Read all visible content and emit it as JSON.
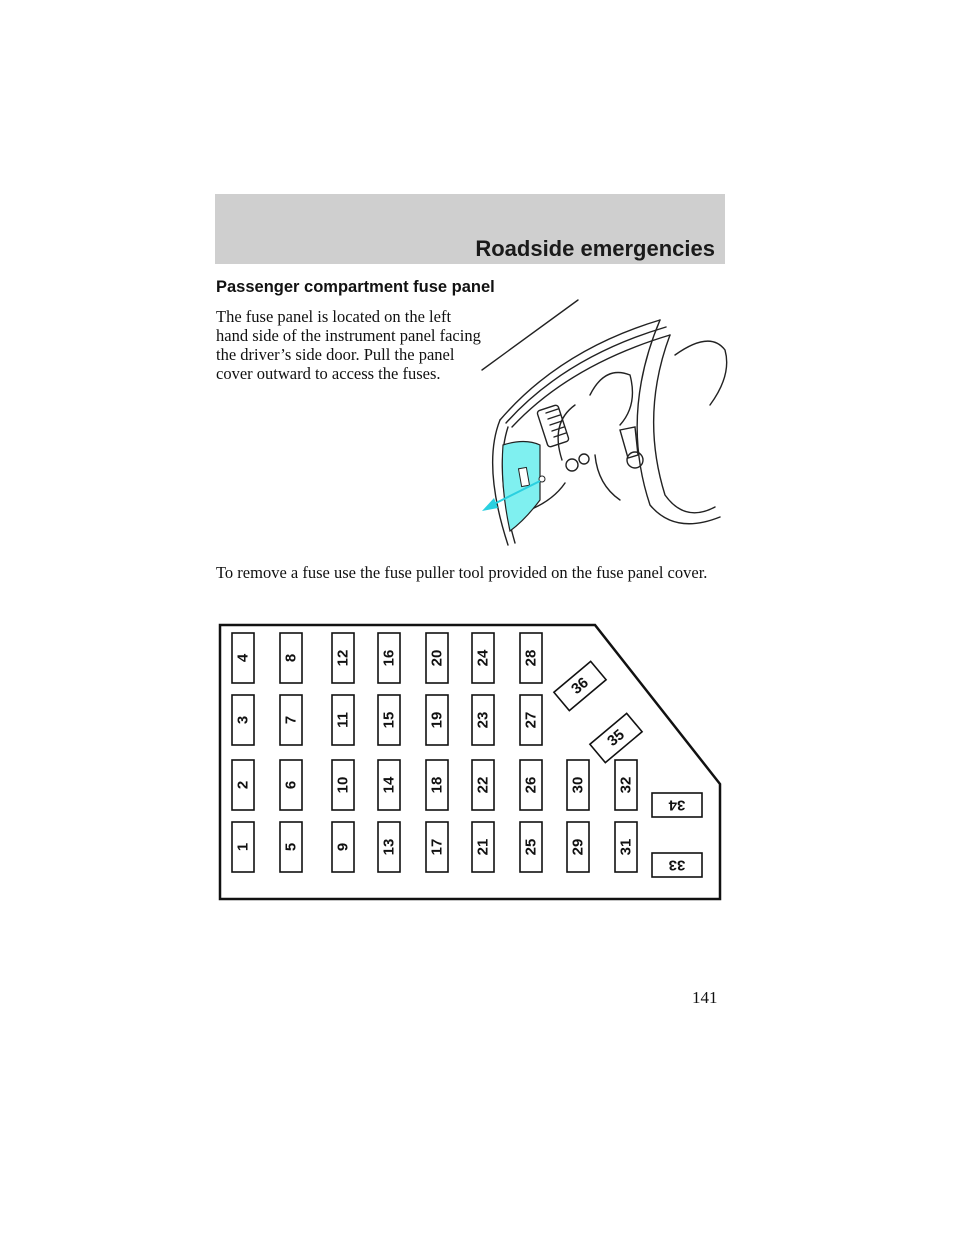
{
  "header": {
    "title": "Roadside emergencies"
  },
  "section": {
    "heading": "Passenger compartment fuse panel"
  },
  "body": {
    "paragraph_1": "The fuse panel is located on the left hand side of the instrument panel facing the driver’s side door. Pull the panel cover outward to access the fuses.",
    "paragraph_2": "To remove a fuse use the fuse puller tool provided on the fuse panel cover."
  },
  "colors": {
    "header_bar": "#cfcfcf",
    "panel_highlight": "#7ff0f0",
    "arrow": "#2ad0e0"
  },
  "fuses": {
    "column_1": [
      "1",
      "2",
      "3",
      "4"
    ],
    "column_2": [
      "5",
      "6",
      "7",
      "8"
    ],
    "column_3": [
      "9",
      "10",
      "11",
      "12"
    ],
    "column_4": [
      "13",
      "14",
      "15",
      "16"
    ],
    "column_5": [
      "17",
      "18",
      "19",
      "20"
    ],
    "column_6": [
      "21",
      "22",
      "23",
      "24"
    ],
    "column_7": [
      "25",
      "26",
      "27",
      "28"
    ],
    "column_8": [
      "29",
      "30"
    ],
    "column_9": [
      "31",
      "32"
    ],
    "diagonal": [
      "35",
      "36"
    ],
    "horizontal": [
      "33",
      "34"
    ]
  },
  "footer": {
    "page_number": "141"
  }
}
